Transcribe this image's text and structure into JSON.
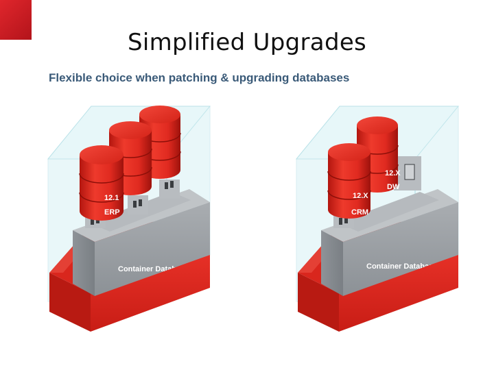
{
  "slide": {
    "title": "Simplified Upgrades",
    "subtitle": "Flexible choice when patching & upgrading databases"
  },
  "left_container": {
    "container_label": "Container Database",
    "pdbs": [
      {
        "version": "12.1",
        "name": "ERP"
      }
    ]
  },
  "right_container": {
    "container_label": "Container Database",
    "pdbs": [
      {
        "version": "12.X",
        "name": "CRM"
      },
      {
        "version": "12.X",
        "name": "DW"
      }
    ]
  },
  "colors": {
    "accent_red": "#e0262c",
    "cylinder_red": "#e02a20",
    "container_gray": "#9ea3a8",
    "glass_blue": "#cfeff3"
  }
}
